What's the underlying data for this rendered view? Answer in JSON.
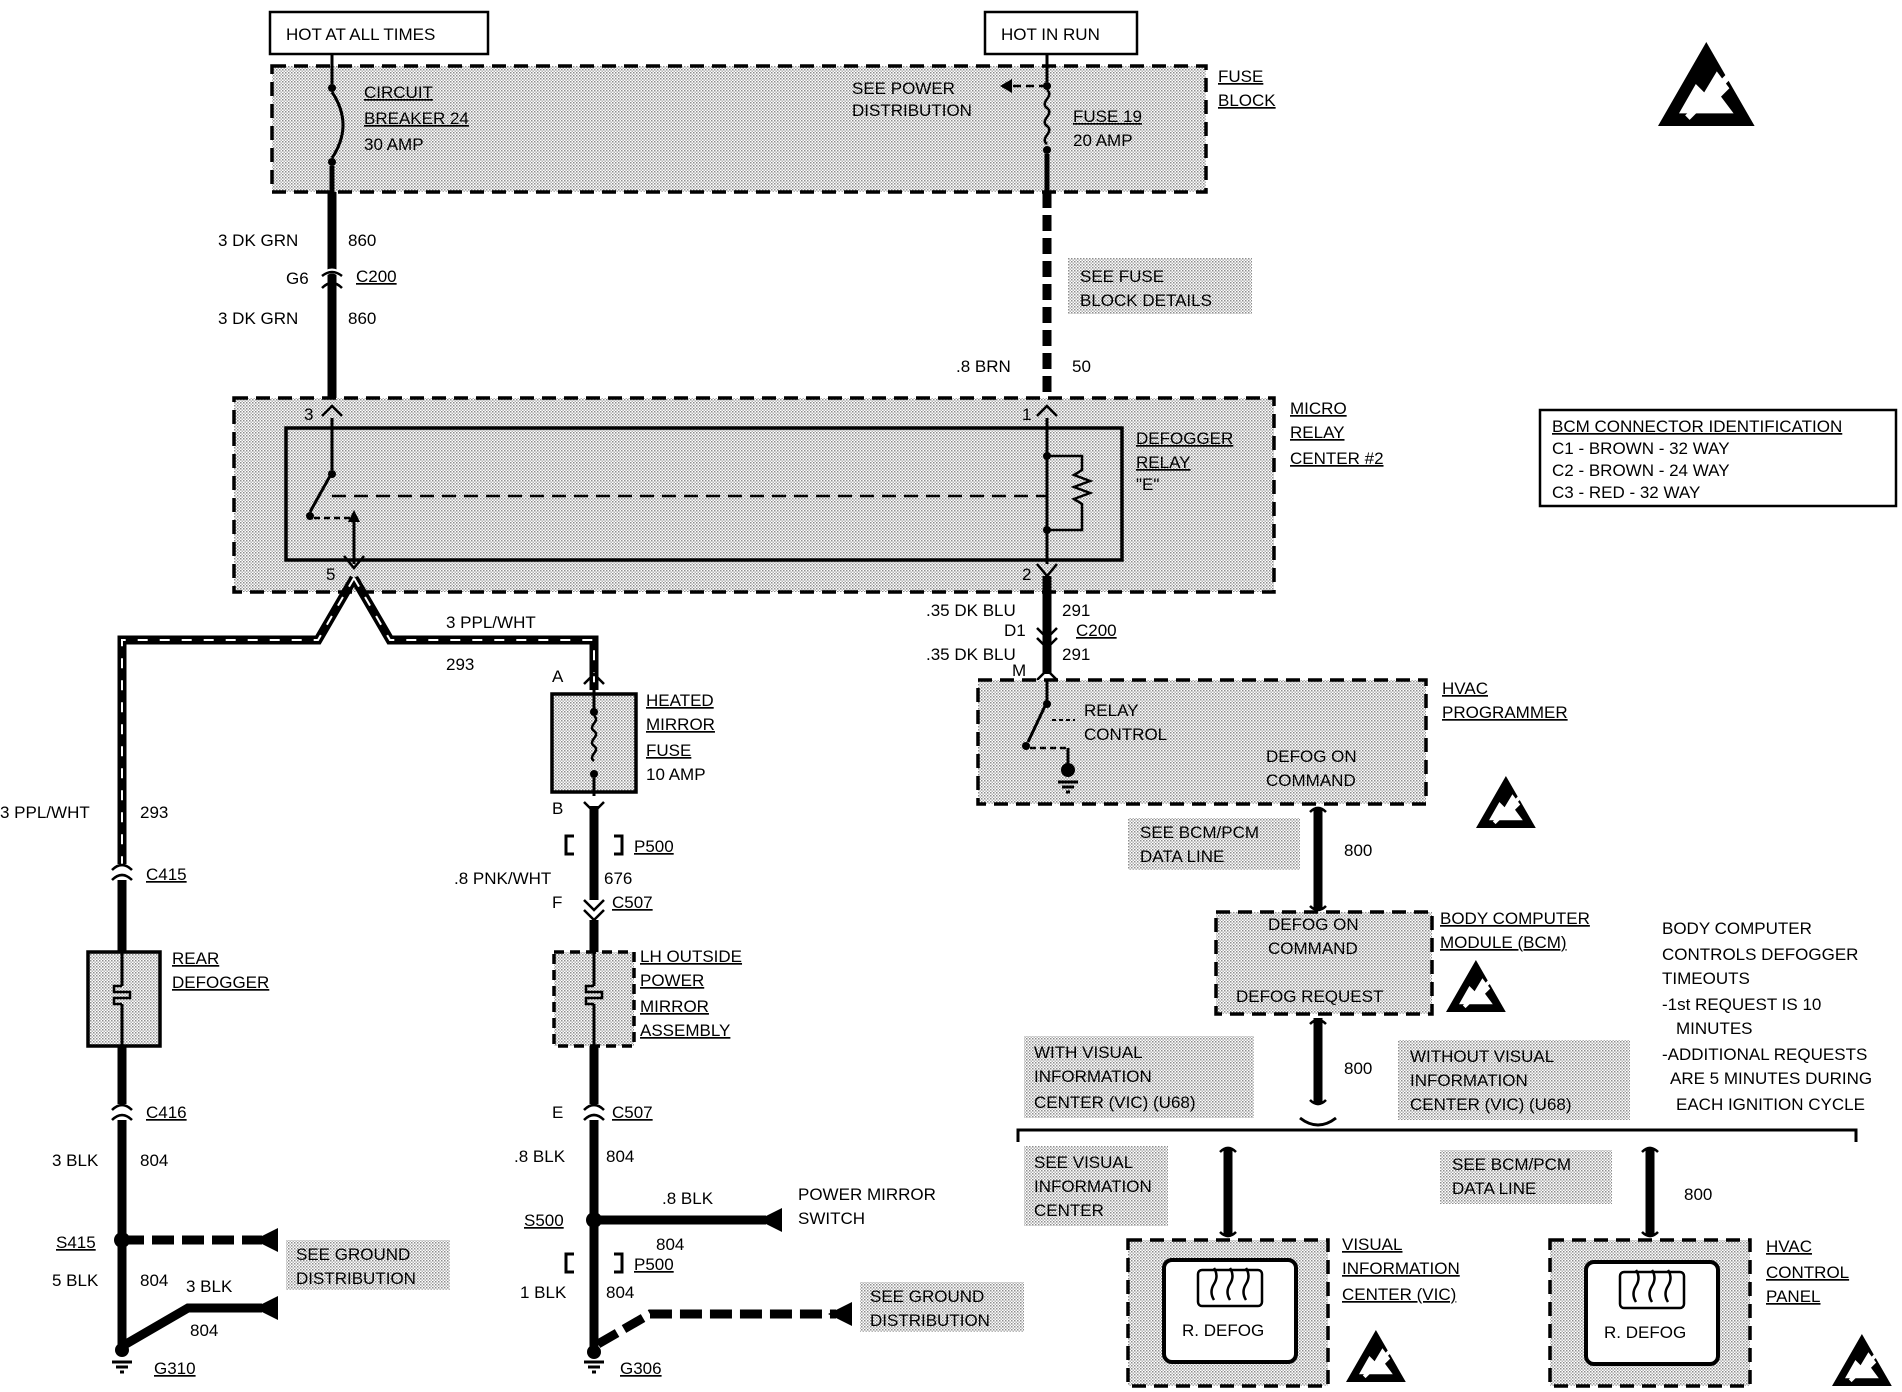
{
  "headers": {
    "hot_at_all_times": "HOT AT ALL TIMES",
    "hot_in_run": "HOT IN RUN"
  },
  "fuse_block": {
    "label_1": "FUSE",
    "label_2": "BLOCK",
    "breaker_1": "CIRCUIT",
    "breaker_2": "BREAKER 24",
    "breaker_3": "30 AMP",
    "power_dist_1": "SEE POWER",
    "power_dist_2": "DISTRIBUTION",
    "fuse_1": "FUSE 19",
    "fuse_2": "20 AMP"
  },
  "left_feed": {
    "wire_top": "3 DK GRN",
    "circuit_top": "860",
    "pin": "G6",
    "connector": "C200",
    "wire_bottom": "3 DK GRN",
    "circuit_bottom": "860"
  },
  "right_feed": {
    "see_fuse_1": "SEE FUSE",
    "see_fuse_2": "BLOCK DETAILS",
    "wire": ".8 BRN",
    "circuit": "50"
  },
  "relay_center": {
    "pin_3": "3",
    "pin_1": "1",
    "pin_5": "5",
    "pin_2": "2",
    "relay_1": "DEFOGGER",
    "relay_2": "RELAY",
    "relay_3": "\"E\"",
    "center_1": "MICRO",
    "center_2": "RELAY",
    "center_3": "CENTER #2"
  },
  "bcm_ident": {
    "title": "BCM CONNECTOR IDENTIFICATION",
    "c1": "C1 - BROWN - 32 WAY",
    "c2": "C2 - BROWN - 24 WAY",
    "c3": "C3 - RED - 32 WAY"
  },
  "output": {
    "wire": "3 PPL/WHT",
    "circuit": "293"
  },
  "rear_branch": {
    "wire": "3 PPL/WHT",
    "circuit": "293",
    "conn_top": "C415",
    "defogger_1": "REAR",
    "defogger_2": "DEFOGGER",
    "conn_bottom": "C416",
    "wire_2": "3 BLK",
    "circuit_2": "804",
    "splice": "S415",
    "see_ground_1": "SEE GROUND",
    "see_ground_2": "DISTRIBUTION",
    "wire_3": "5 BLK",
    "circuit_3": "804",
    "wire_4": "3 BLK",
    "circuit_4": "804",
    "ground": "G310"
  },
  "mirror_branch": {
    "pin_a": "A",
    "fuse_1": "HEATED",
    "fuse_2": "MIRROR",
    "fuse_3": "FUSE",
    "fuse_4": "10 AMP",
    "pin_b": "B",
    "conn_p500": "P500",
    "wire": ".8 PNK/WHT",
    "circuit": "676",
    "pin_f": "F",
    "conn_c507": "C507",
    "mirror_1": "LH OUTSIDE",
    "mirror_2": "POWER",
    "mirror_3": "MIRROR",
    "mirror_4": "ASSEMBLY",
    "pin_e": "E",
    "conn_c507_b": "C507",
    "wire_2": ".8 BLK",
    "circuit_2": "804",
    "splice": "S500",
    "switch_wire": ".8 BLK",
    "switch_circuit": "804",
    "switch_1": "POWER MIRROR",
    "switch_2": "SWITCH",
    "conn_p500_b": "P500",
    "wire_3": "1 BLK",
    "circuit_3": "804",
    "see_ground_1": "SEE GROUND",
    "see_ground_2": "DISTRIBUTION",
    "ground": "G306"
  },
  "hvac_feed": {
    "wire_1": ".35 DK BLU",
    "circuit_1": "291",
    "pin_d1": "D1",
    "connector": "C200",
    "wire_2": ".35 DK BLU",
    "circuit_2": "291",
    "pin_m": "M"
  },
  "hvac_programmer": {
    "control_1": "RELAY",
    "control_2": "CONTROL",
    "cmd_1": "DEFOG ON",
    "cmd_2": "COMMAND",
    "label_1": "HVAC",
    "label_2": "PROGRAMMER"
  },
  "data_line_1": {
    "see_1": "SEE BCM/PCM",
    "see_2": "DATA LINE",
    "circuit": "800"
  },
  "bcm": {
    "cmd_1": "DEFOG ON",
    "cmd_2": "COMMAND",
    "request": "DEFOG REQUEST",
    "label_1": "BODY COMPUTER",
    "label_2": "MODULE (BCM)",
    "circuit": "800"
  },
  "bcm_note": {
    "l1": "BODY COMPUTER",
    "l2": "CONTROLS DEFOGGER",
    "l3": "TIMEOUTS",
    "l4": "-1st REQUEST IS 10",
    "l5": "MINUTES",
    "l6": "-ADDITIONAL REQUESTS",
    "l7": "ARE 5 MINUTES DURING",
    "l8": "EACH IGNITION CYCLE"
  },
  "options": {
    "with_1": "WITH VISUAL",
    "with_2": "INFORMATION",
    "with_3": "CENTER (VIC) (U68)",
    "without_1": "WITHOUT VISUAL",
    "without_2": "INFORMATION",
    "without_3": "CENTER (VIC) (U68)"
  },
  "vic": {
    "see_1": "SEE VISUAL",
    "see_2": "INFORMATION",
    "see_3": "CENTER",
    "button": "R. DEFOG",
    "label_1": "VISUAL",
    "label_2": "INFORMATION",
    "label_3": "CENTER (VIC)"
  },
  "hvac_panel": {
    "see_1": "SEE BCM/PCM",
    "see_2": "DATA LINE",
    "circuit": "800",
    "button": "R. DEFOG",
    "label_1": "HVAC",
    "label_2": "CONTROL",
    "label_3": "PANEL"
  },
  "icons": {
    "esd": "esd-warning-icon",
    "ground": "ground-icon",
    "defog": "rear-defog-icon"
  },
  "colors": {
    "line": "#000000",
    "shade": "#d9d9d9",
    "background": "#ffffff"
  }
}
